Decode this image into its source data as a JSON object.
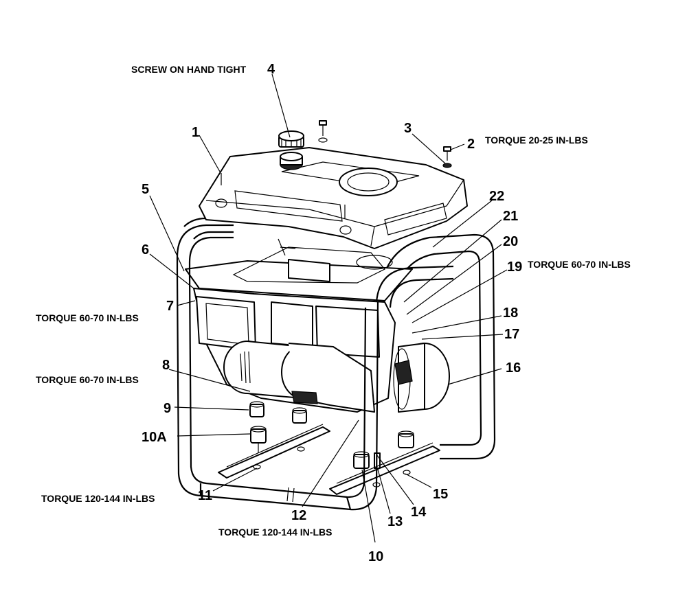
{
  "notes": {
    "screw_hand_tight": "SCREW ON HAND TIGHT",
    "torque_20_25": "TORQUE 20-25 IN-LBS",
    "torque_60_70_right": "TORQUE 60-70 IN-LBS",
    "torque_60_70_left_upper": "TORQUE 60-70 IN-LBS",
    "torque_60_70_left_lower": "TORQUE 60-70 IN-LBS",
    "torque_120_144_left": "TORQUE 120-144 IN-LBS",
    "torque_120_144_bottom": "TORQUE 120-144 IN-LBS"
  },
  "callouts": {
    "c1": "1",
    "c2": "2",
    "c3": "3",
    "c4": "4",
    "c5": "5",
    "c6": "6",
    "c7": "7",
    "c8": "8",
    "c9": "9",
    "c10": "10",
    "c10a": "10A",
    "c11": "11",
    "c12": "12",
    "c13": "13",
    "c14": "14",
    "c15": "15",
    "c16": "16",
    "c17": "17",
    "c18": "18",
    "c19": "19",
    "c20": "20",
    "c21": "21",
    "c22": "22"
  }
}
